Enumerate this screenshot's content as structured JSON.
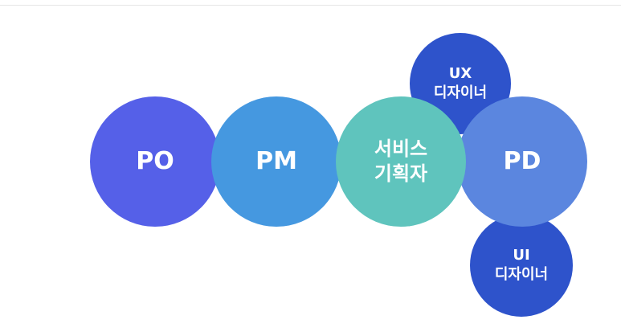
{
  "diagram": {
    "nodes": [
      {
        "id": "po",
        "label": "PO",
        "color": "#5560e8"
      },
      {
        "id": "pm",
        "label": "PM",
        "color": "#4598e0"
      },
      {
        "id": "service-planner",
        "label": "서비스\n기획자",
        "color": "#5fc4bd"
      },
      {
        "id": "pd",
        "label": "PD",
        "color": "#5b86df"
      },
      {
        "id": "ux-designer",
        "label": "UX\n디자이너",
        "color": "#2e53cb"
      },
      {
        "id": "ui-designer",
        "label": "UI\n디자이너",
        "color": "#2e53cb"
      }
    ]
  }
}
